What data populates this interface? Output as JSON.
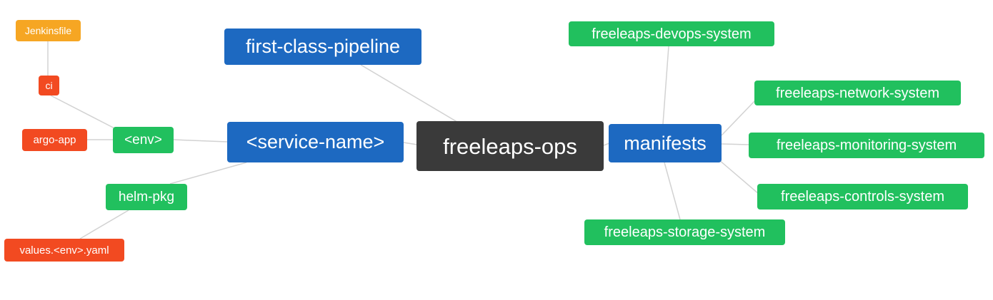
{
  "diagram": {
    "title": "freeleaps-ops mind map",
    "colors": {
      "root_node": "#3a3a3a",
      "branch_node": "#1d69c1",
      "green_node": "#21c05e",
      "red_node": "#f24a21",
      "orange_node": "#f6a623",
      "edge": "#d2d2d2",
      "background": "#ffffff",
      "node_text": "#ffffff"
    },
    "nodes": {
      "root": {
        "label": "freeleaps-ops"
      },
      "first_class_pipeline": {
        "label": "first-class-pipeline"
      },
      "service_name": {
        "label": "<service-name>"
      },
      "env": {
        "label": "<env>"
      },
      "ci": {
        "label": "ci"
      },
      "jenkinsfile": {
        "label": "Jenkinsfile"
      },
      "argo_app": {
        "label": "argo-app"
      },
      "helm_pkg": {
        "label": "helm-pkg"
      },
      "values_env_yaml": {
        "label": "values.<env>.yaml"
      },
      "manifests": {
        "label": "manifests"
      },
      "devops_system": {
        "label": "freeleaps-devops-system"
      },
      "network_system": {
        "label": "freeleaps-network-system"
      },
      "monitoring_system": {
        "label": "freeleaps-monitoring-system"
      },
      "controls_system": {
        "label": "freeleaps-controls-system"
      },
      "storage_system": {
        "label": "freeleaps-storage-system"
      }
    },
    "edges": [
      [
        "Jenkinsfile",
        "ci"
      ],
      [
        "ci",
        "<env>"
      ],
      [
        "argo-app",
        "<env>"
      ],
      [
        "<env>",
        "<service-name>"
      ],
      [
        "helm-pkg",
        "<service-name>"
      ],
      [
        "values.<env>.yaml",
        "helm-pkg"
      ],
      [
        "first-class-pipeline",
        "freeleaps-ops"
      ],
      [
        "<service-name>",
        "freeleaps-ops"
      ],
      [
        "freeleaps-ops",
        "manifests"
      ],
      [
        "manifests",
        "freeleaps-devops-system"
      ],
      [
        "manifests",
        "freeleaps-network-system"
      ],
      [
        "manifests",
        "freeleaps-monitoring-system"
      ],
      [
        "manifests",
        "freeleaps-controls-system"
      ],
      [
        "manifests",
        "freeleaps-storage-system"
      ]
    ]
  }
}
